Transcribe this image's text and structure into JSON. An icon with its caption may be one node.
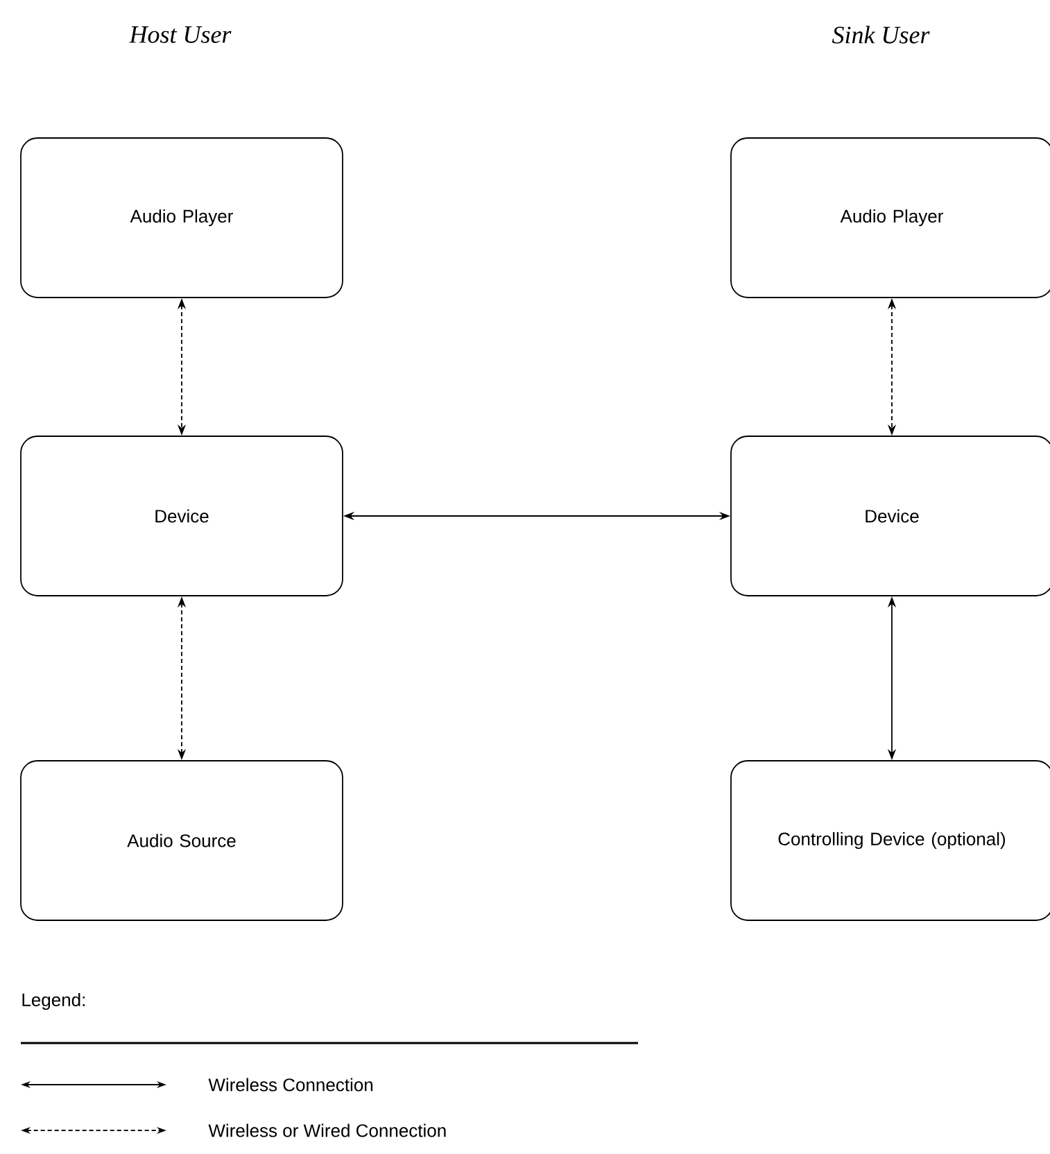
{
  "diagram": {
    "nodes": [
      {
        "text": [
          "Audio Player"
        ]
      },
      {
        "text": [
          "Device"
        ]
      },
      {
        "text": [
          "Audio Source"
        ]
      },
      {
        "text": [
          "Audio Player"
        ]
      },
      {
        "text": [
          "Device"
        ]
      },
      {
        "text": [
          "Controlling Device (optional)"
        ]
      }
    ],
    "edges": [
      {
        "from": 0,
        "to": 1,
        "arrow": "both",
        "style": "dashed"
      },
      {
        "from": 1,
        "to": 2,
        "arrow": "both",
        "style": "dashed"
      },
      {
        "from": 1,
        "to": 4,
        "arrow": "both"
      },
      {
        "from": 3,
        "to": 4,
        "arrow": "both",
        "style": "dashed"
      },
      {
        "from": 4,
        "to": 5,
        "arrow": "both"
      }
    ],
    "labels": [
      "Host User",
      "Sink User",
      "Legend:"
    ],
    "legend": [
      {
        "text": "Wireless Connection"
      },
      {
        "text": "Wireless or Wired Connection"
      }
    ]
  }
}
